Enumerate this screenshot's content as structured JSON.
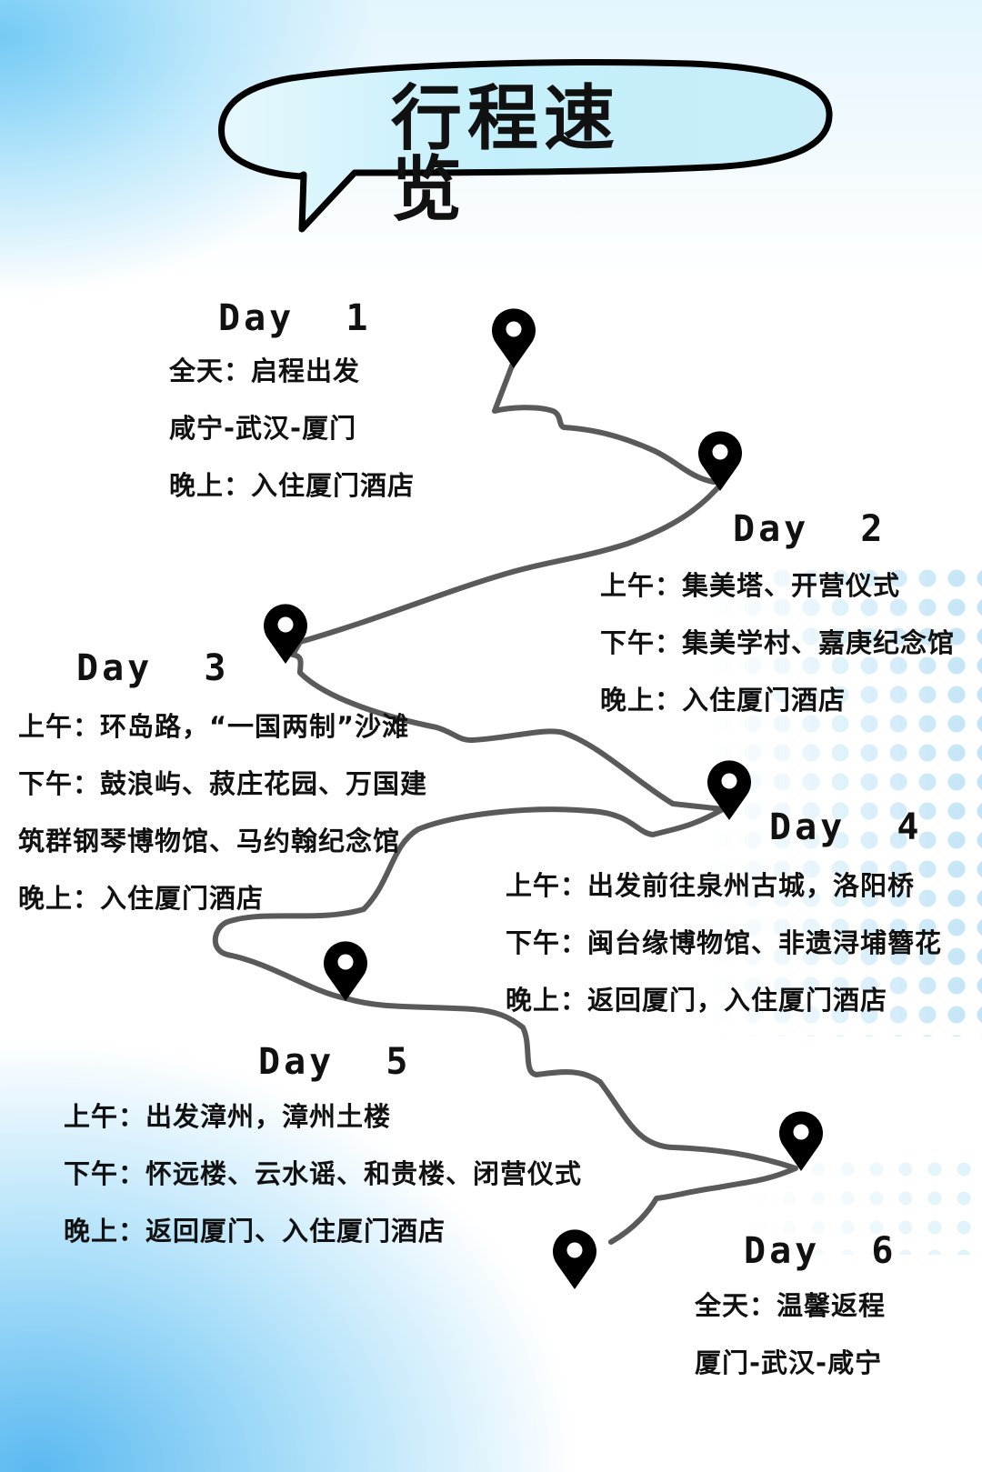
{
  "header": {
    "title": "行程速览"
  },
  "colors": {
    "background_blue": "#5bb9f0",
    "bubble_fill": "#c9f1fb",
    "route_gray": "#555555",
    "text": "#111111",
    "pin": "#000000"
  },
  "days": [
    {
      "title": "Day  1",
      "lines": [
        "全天：启程出发",
        "咸宁-武汉-厦门",
        "晚上：入住厦门酒店"
      ]
    },
    {
      "title": "Day  2",
      "lines": [
        "上午：集美塔、开营仪式",
        "下午：集美学村、嘉庚纪念馆",
        "晚上：入住厦门酒店"
      ]
    },
    {
      "title": "Day  3",
      "lines": [
        "上午：环岛路，“一国两制”沙滩",
        "下午：鼓浪屿、菽庄花园、万国建",
        "筑群钢琴博物馆、马约翰纪念馆",
        "晚上：入住厦门酒店"
      ]
    },
    {
      "title": "Day  4",
      "lines": [
        "上午：出发前往泉州古城，洛阳桥",
        "下午：闽台缘博物馆、非遗浔埔簪花",
        "晚上：返回厦门，入住厦门酒店"
      ]
    },
    {
      "title": "Day  5",
      "lines": [
        "上午：出发漳州，漳州土楼",
        "下午：怀远楼、云水谣、和贵楼、闭营仪式",
        "晚上：返回厦门、入住厦门酒店"
      ]
    },
    {
      "title": "Day  6",
      "lines": [
        "全天：温馨返程",
        "厦门-武汉-咸宁"
      ]
    }
  ],
  "icons": {
    "pin": "map-pin-icon",
    "bubble": "speech-bubble",
    "route": "route-path"
  }
}
